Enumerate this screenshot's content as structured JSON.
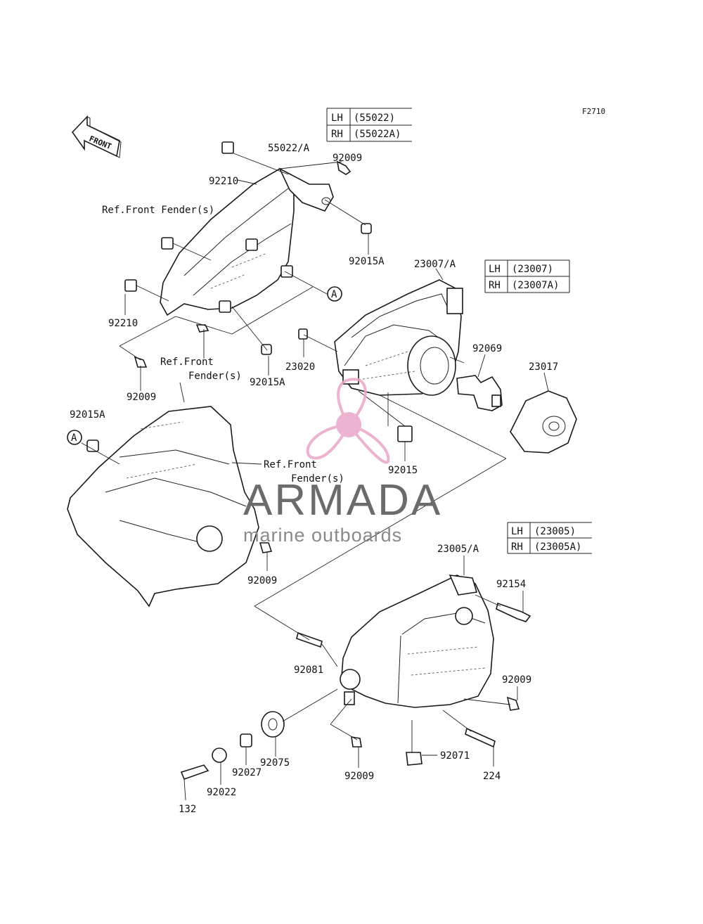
{
  "figure_code": "F2710",
  "front_arrow_label": "FRONT",
  "tables": [
    {
      "rows": [
        {
          "side": "LH",
          "code": "(55022)"
        },
        {
          "side": "RH",
          "code": "(55022A)"
        }
      ]
    },
    {
      "rows": [
        {
          "side": "LH",
          "code": "(23007)"
        },
        {
          "side": "RH",
          "code": "(23007A)"
        }
      ]
    },
    {
      "rows": [
        {
          "side": "LH",
          "code": "(23005)"
        },
        {
          "side": "RH",
          "code": "(23005A)"
        }
      ]
    }
  ],
  "labels": {
    "p55022A": "55022/A",
    "p92009_top": "92009",
    "p92210_top": "92210",
    "ref_fender_1": "Ref.Front Fender(s)",
    "p92015A_right": "92015A",
    "p23007A": "23007/A",
    "p92210_left": "92210",
    "p92015A_mid": "92015A",
    "p23020": "23020",
    "p92069": "92069",
    "p23017": "23017",
    "ref_fender_2a": "Ref.Front",
    "ref_fender_2b": "Fender(s)",
    "p92009_left": "92009",
    "p92015A_left": "92015A",
    "p92015": "92015",
    "ref_fender_3a": "Ref.Front",
    "ref_fender_3b": "Fender(s)",
    "p92009_mid": "92009",
    "p23005A": "23005/A",
    "p92154": "92154",
    "p92081": "92081",
    "p92009_right": "92009",
    "p92071": "92071",
    "p92075": "92075",
    "p92009_bottom": "92009",
    "p224": "224",
    "p92027": "92027",
    "p92022": "92022",
    "p132": "132",
    "ref_a_1": "A",
    "ref_a_2": "A"
  },
  "watermark": {
    "title": "ARMADA",
    "subtitle": "marine outboards",
    "accent_color": "#e8a6c8",
    "text_color": "#6b6b6b"
  }
}
